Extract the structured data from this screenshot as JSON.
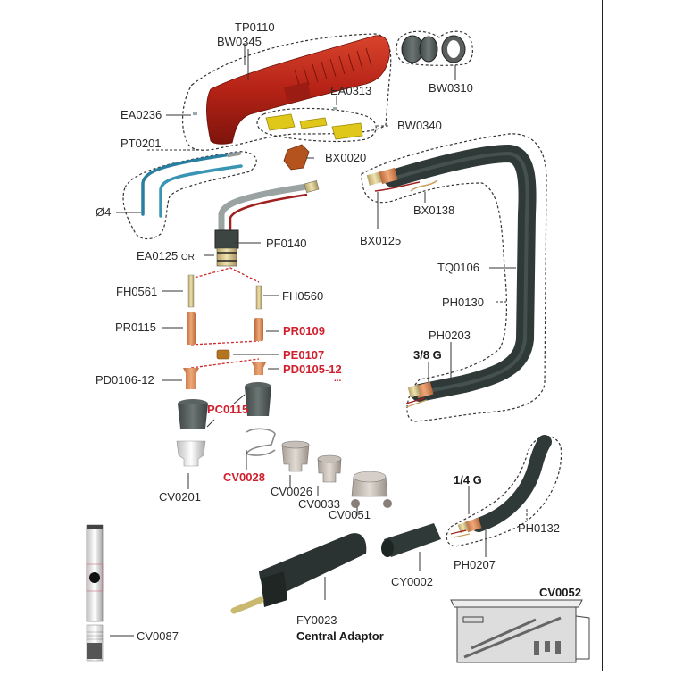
{
  "diagram": {
    "title": "Torch exploded parts diagram",
    "colors": {
      "text": "#2a2a2a",
      "highlight_text": "#d0202e",
      "handle": "#b8261a",
      "cable": "#2f3a38",
      "insulator_yellow": "#e0c81a",
      "copper": "#d9895a",
      "liner_blue": "#2a7fa0",
      "ceramic": "#c9c0b8",
      "leader_dash": "#333333",
      "red_dash": "#cc2a2a"
    },
    "labels": {
      "tp0110": "TP0110",
      "bw0345": "BW0345",
      "ea0313": "EA0313",
      "ea0236": "EA0236",
      "bw0310": "BW0310",
      "pt0201": "PT0201",
      "bw0340": "BW0340",
      "bx0020": "BX0020",
      "diam4": "Ø4",
      "bx0138": "BX0138",
      "bx0125": "BX0125",
      "pf0140": "PF0140",
      "ea0125": "EA0125",
      "ea0125_suffix": "OR",
      "tq0106": "TQ0106",
      "fh0561": "FH0561",
      "fh0560": "FH0560",
      "ph0130": "PH0130",
      "pr0115": "PR0115",
      "pr0109": "PR0109",
      "ph0203": "PH0203",
      "thread_38": "3/8 G",
      "pe0107": "PE0107",
      "pd0105_12": "PD0105-12",
      "pd0105_ellipsis": "...",
      "pd0106_12": "PD0106-12",
      "pc0115": "PC0115",
      "cv0028": "CV0028",
      "cv0201": "CV0201",
      "cv0026": "CV0026",
      "cv0033": "CV0033",
      "cv0051": "CV0051",
      "thread_14": "1/4 G",
      "ph0132": "PH0132",
      "ph0207": "PH0207",
      "cy0002": "CY0002",
      "cv0052": "CV0052",
      "cv0087": "CV0087",
      "fy0023": "FY0023",
      "central_adaptor": "Central Adaptor"
    }
  }
}
